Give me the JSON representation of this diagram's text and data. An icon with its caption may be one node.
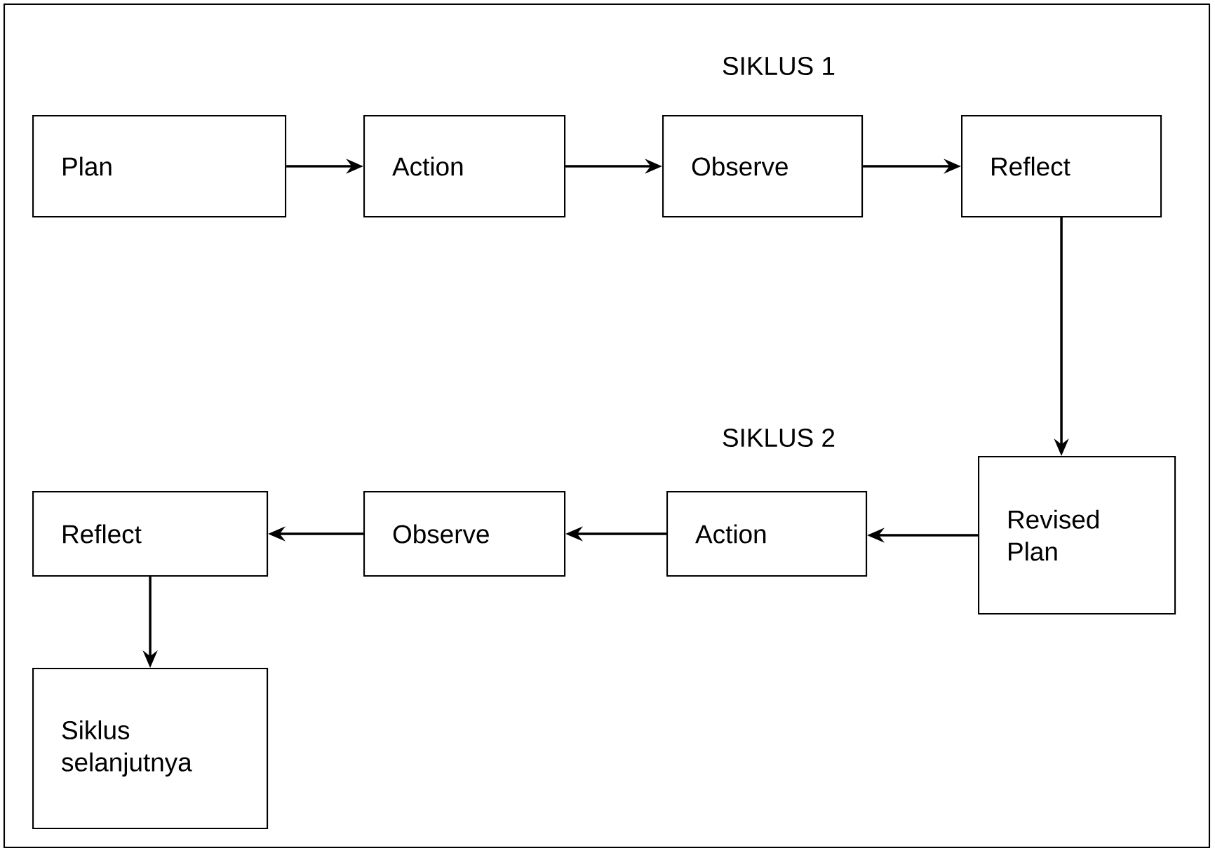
{
  "diagram": {
    "nodes": [
      {
        "text": [
          "Plan"
        ]
      },
      {
        "text": [
          "Action"
        ]
      },
      {
        "text": [
          "Observe"
        ]
      },
      {
        "text": [
          "Reflect"
        ]
      },
      {
        "text": [
          "Revised Plan"
        ]
      },
      {
        "text": [
          "Action"
        ]
      },
      {
        "text": [
          "Observe"
        ]
      },
      {
        "text": [
          "Reflect"
        ]
      },
      {
        "text": [
          "Siklus selanjutnya"
        ]
      }
    ],
    "edges": [
      {
        "from": 0,
        "to": 1,
        "arrow": "to"
      },
      {
        "from": 1,
        "to": 2,
        "arrow": "to"
      },
      {
        "from": 2,
        "to": 3,
        "arrow": "to"
      },
      {
        "from": 3,
        "to": 4,
        "arrow": "to"
      },
      {
        "from": 4,
        "to": 5,
        "arrow": "to"
      },
      {
        "from": 5,
        "to": 6,
        "arrow": "to"
      },
      {
        "from": 6,
        "to": 7,
        "arrow": "to"
      },
      {
        "from": 7,
        "to": 8,
        "arrow": "to"
      }
    ],
    "labels": [
      "SIKLUS 1",
      "SIKLUS 2"
    ]
  }
}
